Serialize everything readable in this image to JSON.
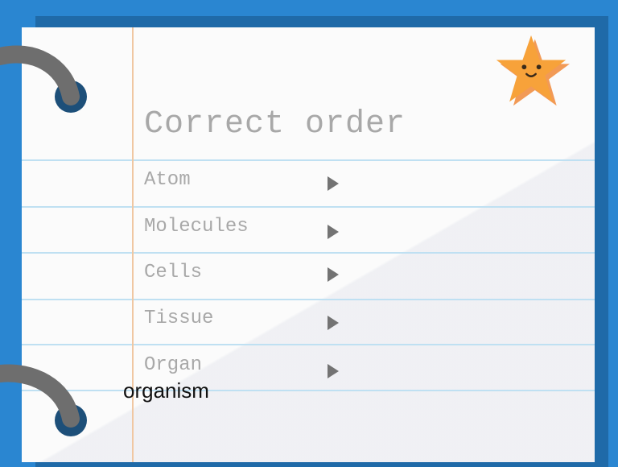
{
  "title": "Correct order",
  "items": [
    {
      "label": "Atom"
    },
    {
      "label": "Molecules"
    },
    {
      "label": "Cells"
    },
    {
      "label": "Tissue"
    },
    {
      "label": "Organ"
    }
  ],
  "overlay_text": "organism",
  "icons": {
    "star": "smiling-star-icon",
    "arrow": "play-arrow-icon",
    "ring": "binder-ring-icon"
  },
  "colors": {
    "background": "#2a86d1",
    "paper": "#fbfbfb",
    "rule_lines": "#bfe0f2",
    "margin_line": "#f0c7a2",
    "text_gray": "#a8a8a8",
    "star": "#f7a23a"
  }
}
